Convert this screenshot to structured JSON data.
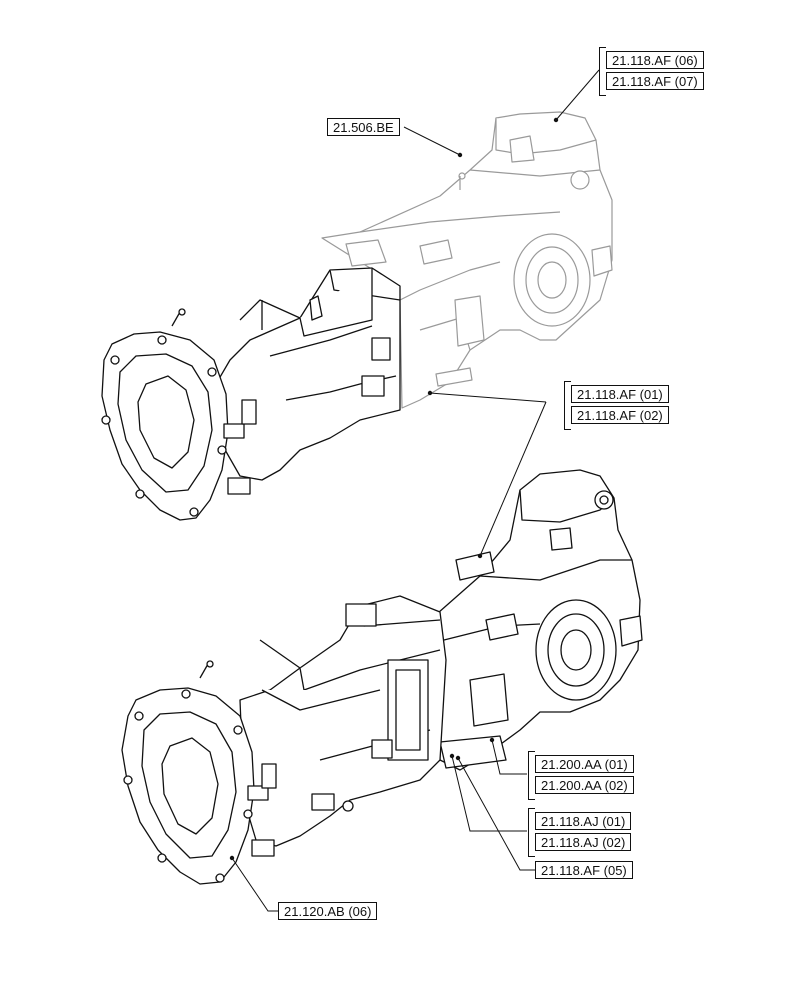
{
  "references": {
    "r_21_118_af_06": "21.118.AF (06)",
    "r_21_118_af_07": "21.118.AF (07)",
    "r_21_506_be": "21.506.BE",
    "r_21_118_af_01": "21.118.AF (01)",
    "r_21_118_af_02": "21.118.AF (02)",
    "r_21_200_aa_01": "21.200.AA (01)",
    "r_21_200_aa_02": "21.200.AA (02)",
    "r_21_118_aj_01": "21.118.AJ (01)",
    "r_21_118_aj_02": "21.118.AJ (02)",
    "r_21_118_af_05": "21.118.AF (05)",
    "r_21_120_ab_06": "21.120.AB (06)"
  },
  "colors": {
    "line": "#111111",
    "ghost_line": "#9a9a9a",
    "fill": "#ffffff"
  }
}
